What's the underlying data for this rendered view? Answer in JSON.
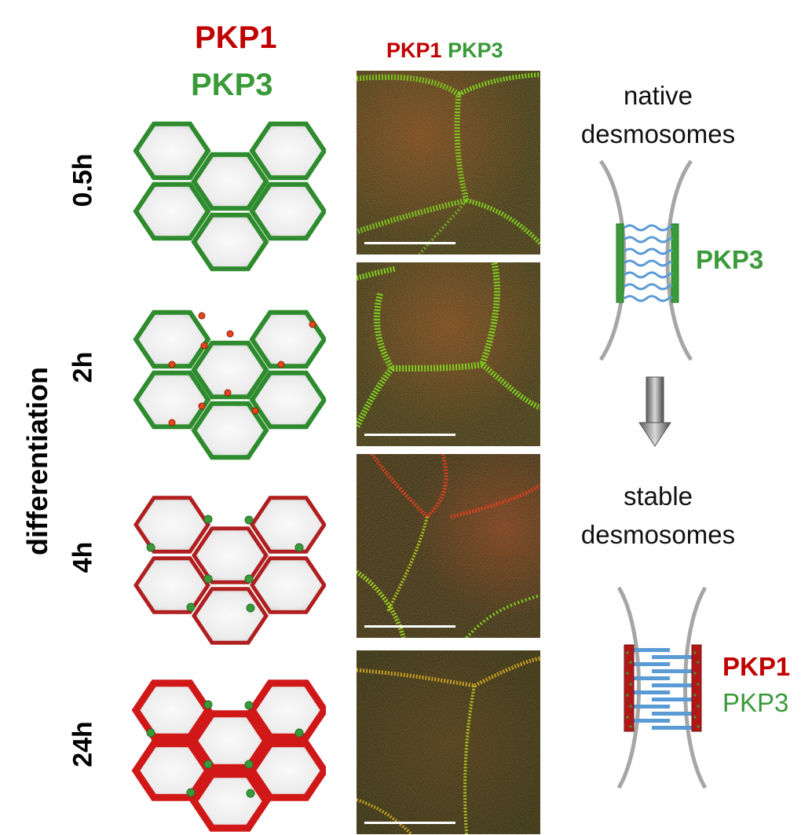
{
  "header": {
    "left_pkp1": "PKP1",
    "left_pkp3": "PKP3",
    "mid_pkp1": "PKP1",
    "mid_pkp3": "PKP3"
  },
  "side_label": "differentiation",
  "rows": [
    {
      "time": "0.5h",
      "border_color": "#2e8b2e",
      "dot_color": "#e8451e",
      "stage": "green"
    },
    {
      "time": "2h",
      "border_color": "#2e8b2e",
      "dot_color": "#e8451e",
      "stage": "green-dots"
    },
    {
      "time": "4h",
      "border_color": "#b02020",
      "dot_color": "#3a9a3a",
      "stage": "red-thin"
    },
    {
      "time": "24h",
      "border_color": "#d01818",
      "dot_color": "#3a9a3a",
      "stage": "red-thick"
    }
  ],
  "right": {
    "native_line1": "native",
    "native_line2": "desmosomes",
    "native_label": "PKP3",
    "stable_line1": "stable",
    "stable_line2": "desmosomes",
    "stable_label1": "PKP1",
    "stable_label2": "PKP3"
  },
  "colors": {
    "pkp1": "#c00000",
    "pkp3": "#3a9a3a",
    "keratin": "#5b9bd5",
    "membrane": "#a6a6a6"
  }
}
